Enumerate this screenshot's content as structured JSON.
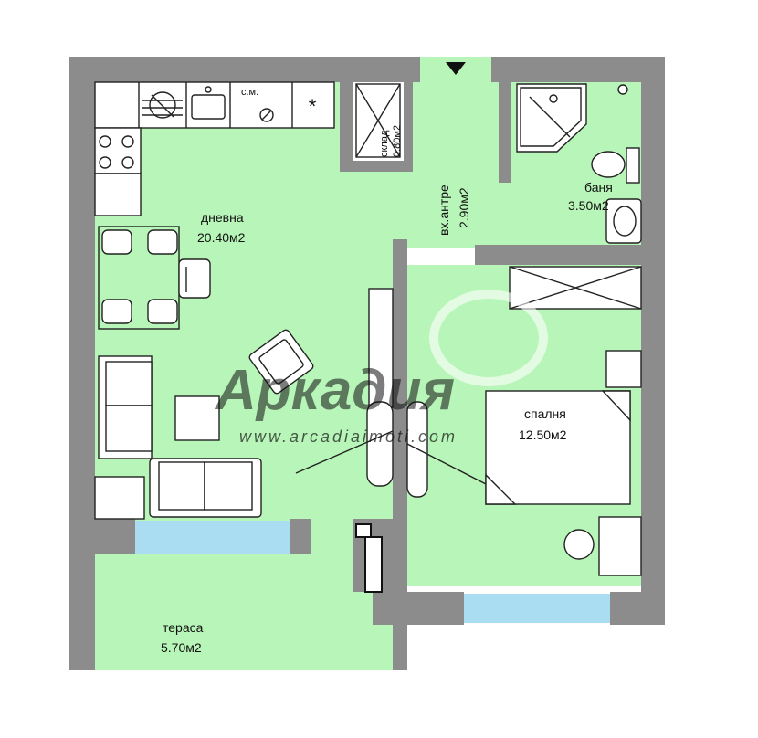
{
  "colors": {
    "floor": "#b8f5b8",
    "wall": "#8c8c8c",
    "window": "#aadcf2",
    "furniture_stroke": "#222222",
    "furniture_fill": "#ffffff",
    "watermark": "#ffffff"
  },
  "rooms": {
    "living": {
      "name": "дневна",
      "area": "20.40м2"
    },
    "hall": {
      "name": "вх.антре",
      "area": "2.90м2"
    },
    "storage": {
      "name": "склад",
      "area": "0.80м2"
    },
    "bathroom": {
      "name": "баня",
      "area": "3.50м2"
    },
    "bedroom": {
      "name": "спалня",
      "area": "12.50м2"
    },
    "terrace": {
      "name": "тераса",
      "area": "5.70м2"
    }
  },
  "kitchen": {
    "appliance_label": "с.м."
  },
  "watermark": {
    "brand": "Аркадия",
    "site": "www.arcadiaimoti.com"
  }
}
